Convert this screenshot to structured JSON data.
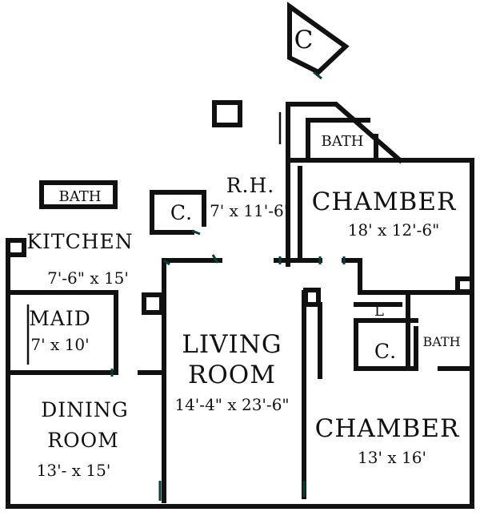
{
  "rooms": {
    "bath_top": {
      "name": "BATH"
    },
    "chamber_top": {
      "name": "CHAMBER",
      "dims": "18' x 12'-6\""
    },
    "rh": {
      "name": "R.H.",
      "dims": "7' x 11'-6\""
    },
    "closet_rh": {
      "name": "C."
    },
    "closet_top": {
      "name": "C"
    },
    "bath_left": {
      "name": "BATH"
    },
    "kitchen": {
      "name": "KITCHEN",
      "dims": "7'-6\" x 15'"
    },
    "maid": {
      "name": "MAID",
      "dims": "7' x 10'"
    },
    "living": {
      "name_line1": "LIVING",
      "name_line2": "ROOM",
      "dims": "14'-4\" x 23'-6\""
    },
    "dining": {
      "name_line1": "DINING",
      "name_line2": "ROOM",
      "dims": "13'- x 15'"
    },
    "chamber_bottom": {
      "name": "CHAMBER",
      "dims": "13' x 16'"
    },
    "linen": {
      "name": "L"
    },
    "closet_bottom": {
      "name": "C."
    },
    "bath_right": {
      "name": "BATH"
    }
  }
}
